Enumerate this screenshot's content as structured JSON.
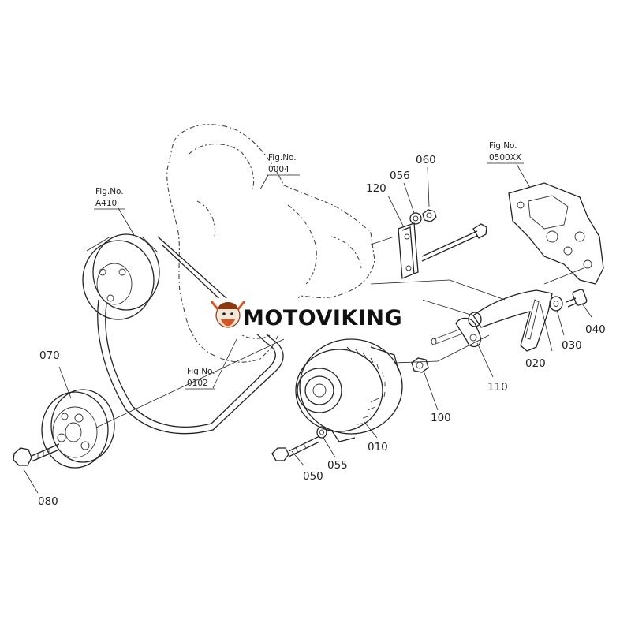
{
  "brand": {
    "text": "MOTOVIKING",
    "logo": "viking-mascot-logo"
  },
  "figure_refs": [
    {
      "id": "fig-0004",
      "label": "Fig.No.",
      "number": "0004"
    },
    {
      "id": "fig-a410",
      "label": "Fig.No.",
      "number": "A410"
    },
    {
      "id": "fig-0102",
      "label": "Fig.No.",
      "number": "0102"
    },
    {
      "id": "fig-0500xx",
      "label": "Fig.No.",
      "number": "0500XX"
    }
  ],
  "parts": {
    "p010": "010",
    "p020": "020",
    "p030": "030",
    "p040": "040",
    "p050": "050",
    "p055": "055",
    "p056": "056",
    "p060": "060",
    "p070": "070",
    "p080": "080",
    "p100": "100",
    "p110": "110",
    "p120": "120"
  },
  "colors": {
    "line": "#222222",
    "background": "#ffffff",
    "logo_accent": "#d9541e"
  }
}
